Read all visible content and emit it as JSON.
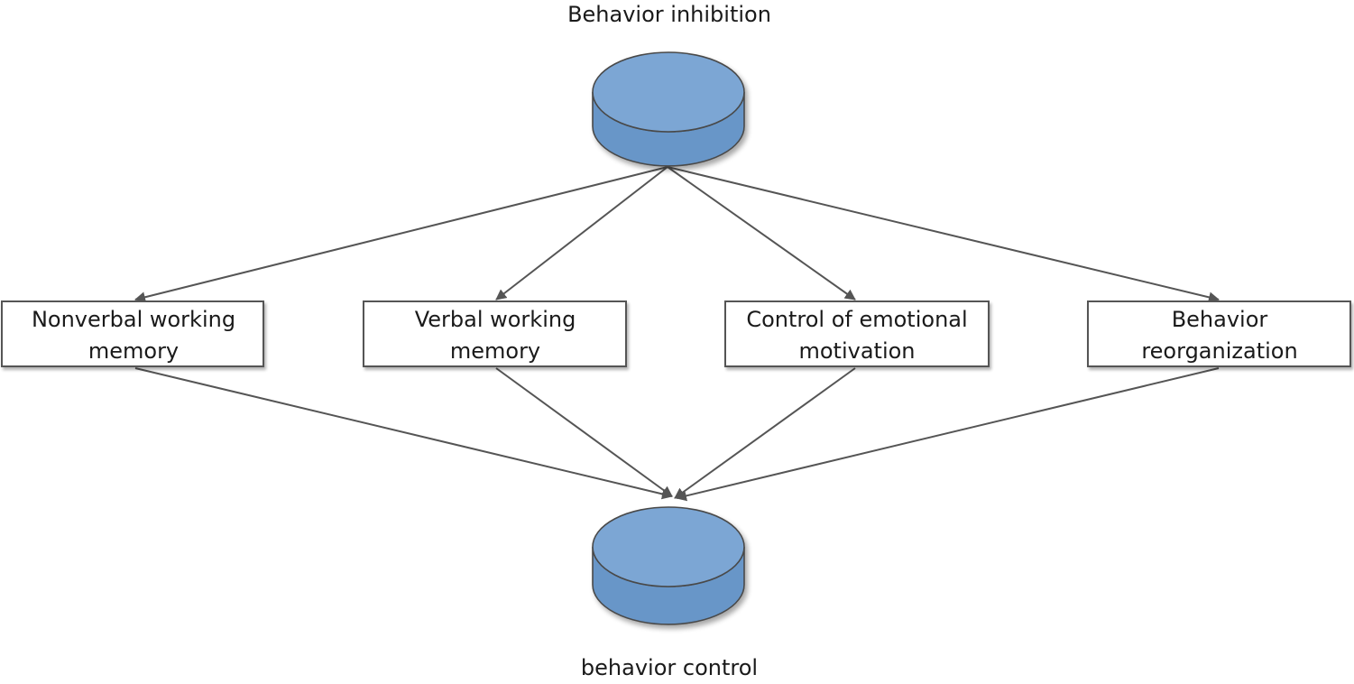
{
  "top_node": {
    "label": "Behavior inhibition"
  },
  "bottom_node": {
    "label": "behavior control"
  },
  "middle_nodes": [
    {
      "lines": [
        "Nonverbal working",
        "memory"
      ]
    },
    {
      "lines": [
        "Verbal working",
        "memory"
      ]
    },
    {
      "lines": [
        "Control of emotional",
        "motivation"
      ]
    },
    {
      "lines": [
        "Behavior",
        "reorganization"
      ]
    }
  ],
  "colors": {
    "disk_fill": "#7ba6d4",
    "disk_side": "#6896c8",
    "stroke": "#555555",
    "box_fill": "#ffffff"
  }
}
